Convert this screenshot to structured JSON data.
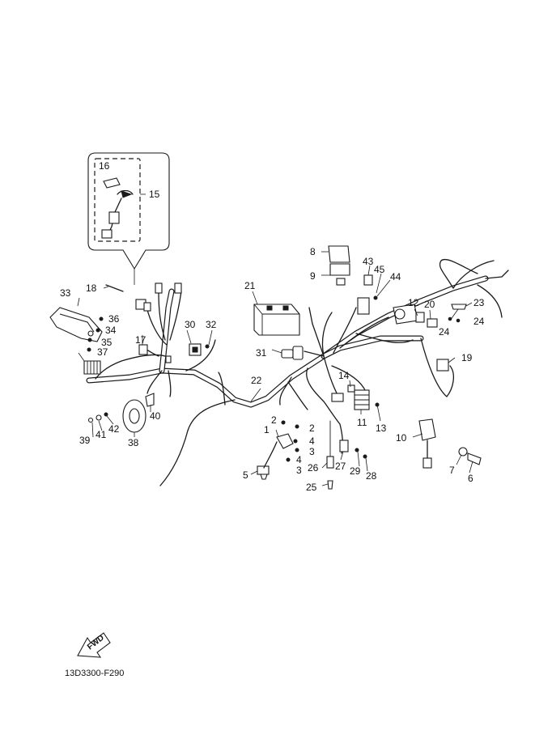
{
  "diagram": {
    "drawing_code": "13D3300-F290",
    "direction_label": "FWD",
    "callouts": [
      "1",
      "2",
      "3",
      "4",
      "5",
      "6",
      "7",
      "8",
      "9",
      "10",
      "11",
      "12",
      "13",
      "14",
      "15",
      "16",
      "17",
      "18",
      "19",
      "20",
      "21",
      "22",
      "23",
      "24",
      "25",
      "26",
      "27",
      "28",
      "29",
      "30",
      "31",
      "32",
      "33",
      "34",
      "35",
      "36",
      "37",
      "38",
      "39",
      "40",
      "41",
      "42",
      "43",
      "44",
      "45"
    ]
  }
}
